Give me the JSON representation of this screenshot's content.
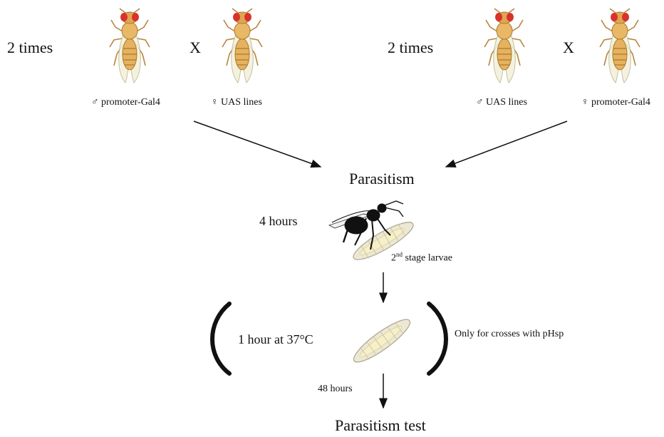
{
  "left_cross": {
    "times": "2 times",
    "cross_symbol": "X",
    "male_label": "♂ promoter-Gal4",
    "female_label": "♀ UAS lines"
  },
  "right_cross": {
    "times": "2 times",
    "cross_symbol": "X",
    "male_label": "♂ UAS lines",
    "female_label": "♀ promoter-Gal4"
  },
  "parasitism": {
    "title": "Parasitism",
    "duration": "4 hours",
    "larvae_label_base": "2",
    "larvae_label_sup": "nd",
    "larvae_label_rest": " stage larvae"
  },
  "heat_step": {
    "label": "1 hour at 37°C",
    "note": "Only for crosses with pHsp"
  },
  "final_step": {
    "duration": "48 hours",
    "title": "Parasitism test"
  },
  "icons": [
    "drosophila-fly-icon",
    "parasitoid-wasp-icon",
    "larva-icon"
  ],
  "colors": {
    "fly_body": "#e8b86a",
    "fly_eye": "#d8322a",
    "wasp": "#111111",
    "larva": "#eae5d0"
  }
}
